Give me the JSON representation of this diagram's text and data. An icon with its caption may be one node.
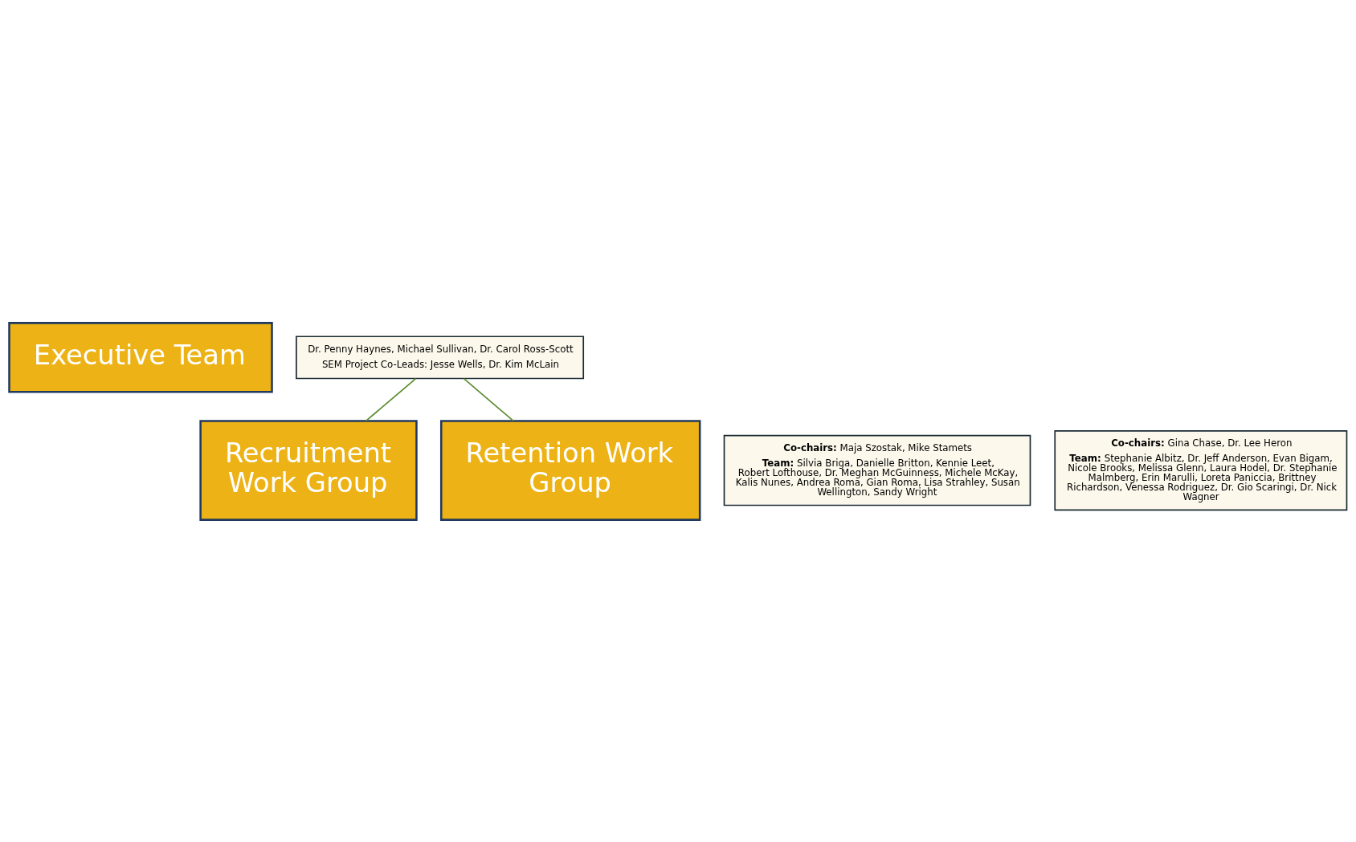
{
  "diagram": {
    "nodes": [
      {
        "text": [
          "Executive Team"
        ]
      },
      {
        "text": [
          "Dr. Penny Haynes, Michael Sullivan, Dr. Carol Ross-Scott",
          "SEM Project Co-Leads: Jesse Wells, Dr. Kim McLain"
        ]
      },
      {
        "text": [
          "Recruitment Work Group"
        ]
      },
      {
        "text": [
          "**Co-chairs:** Maja Szostak, Mike Stamets",
          "**Team:** Silvia Briga, Danielle Britton, Kennie Leet, Robert Lofthouse, Dr. Meghan McGuinness, Michele McKay, Kalis Nunes, Andrea Roma, Gian Roma, Lisa Strahley, Susan Wellington, Sandy Wright"
        ]
      },
      {
        "text": [
          "Retention Work Group"
        ]
      },
      {
        "text": [
          "**Co-chairs:** Gina Chase, Dr. Lee Heron",
          "**Team:** Stephanie Albitz, Dr. Jeff Anderson, Evan Bigam, Nicole Brooks, Melissa Glenn, Laura Hodel, Dr. Stephanie Malmberg, Erin Marulli, Loreta Paniccia, Brittney Richardson, Venessa Rodriguez, Dr. Gio Scaringi, Dr. Nick Wagner"
        ]
      }
    ],
    "edges": [
      {
        "from": 1,
        "to": 2,
        "arrow": "none"
      },
      {
        "from": 1,
        "to": 4,
        "arrow": "none"
      }
    ]
  }
}
